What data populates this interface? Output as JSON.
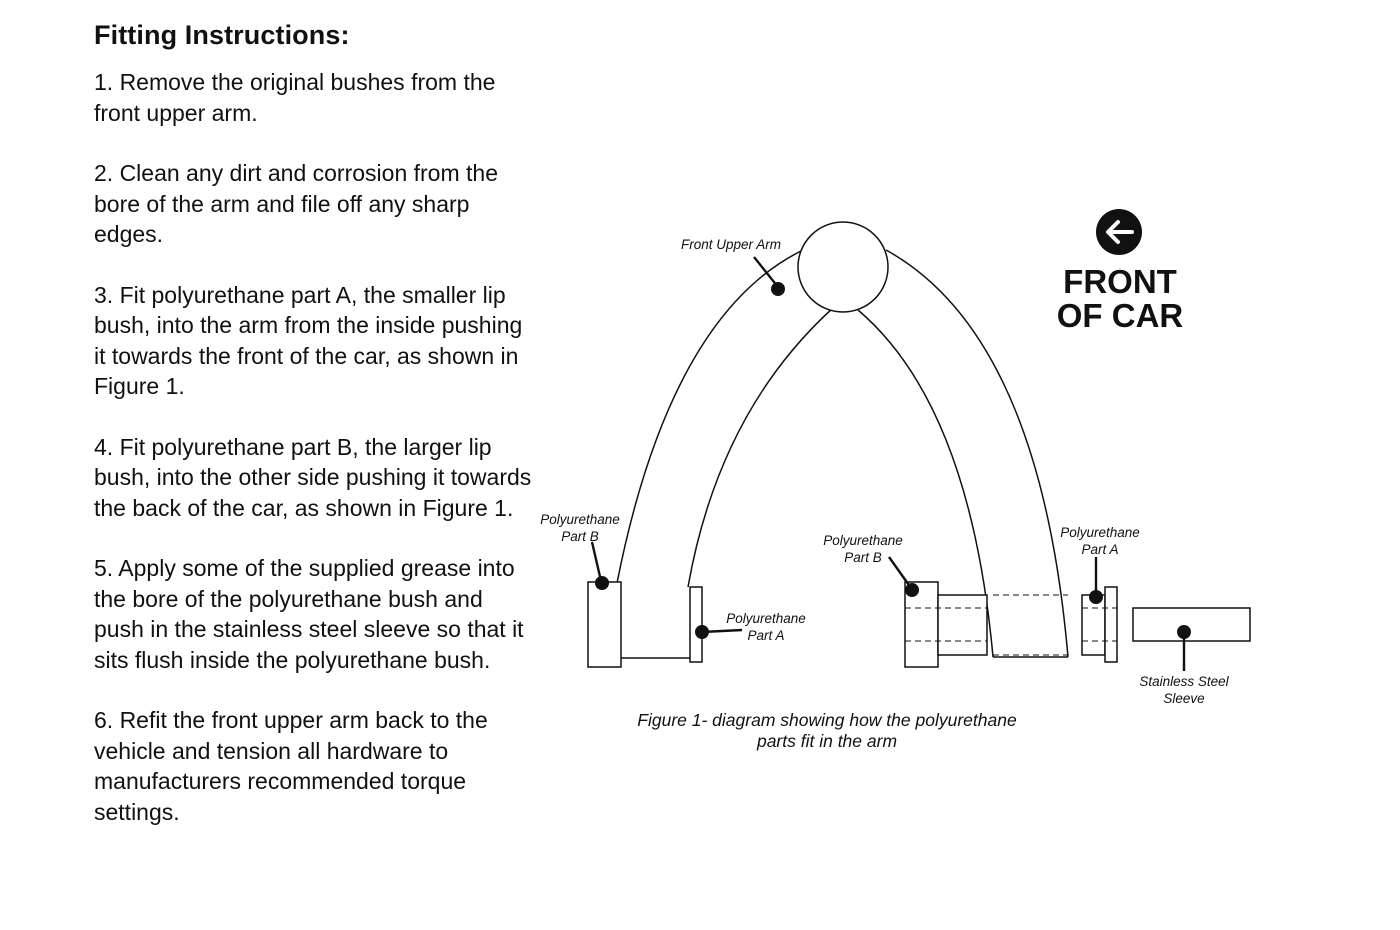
{
  "instructions": {
    "title": "Fitting Instructions:",
    "steps": [
      "1. Remove the original bushes from the front upper arm.",
      "2. Clean any dirt and corrosion from the bore of the arm and file off any sharp edges.",
      "3. Fit polyurethane part A, the smaller lip bush, into the arm from the inside pushing it towards the front of the car, as shown in Figure 1.",
      "4. Fit polyurethane part B, the larger lip bush, into the other side pushing it towards the back of the car, as shown in Figure 1.",
      "5. Apply some of the supplied grease into the bore of the polyurethane bush and push in the stainless steel sleeve so that it sits flush inside the polyurethane bush.",
      "6. Refit the front upper arm back to the vehicle and tension all hardware to manufacturers recommended torque settings."
    ]
  },
  "diagram": {
    "labels": {
      "front_upper_arm": "Front Upper Arm",
      "left_part_b": "Polyurethane\nPart B",
      "left_part_a": "Polyurethane\nPart A",
      "right_part_b": "Polyurethane\nPart B",
      "right_part_a": "Polyurethane\nPart A",
      "sleeve": "Stainless Steel\nSleeve"
    },
    "front_of_car": "FRONT\nOF CAR",
    "arrow_icon": "arrow-left-circle-icon",
    "caption": "Figure 1- diagram showing how the polyurethane\nparts fit in the arm"
  }
}
